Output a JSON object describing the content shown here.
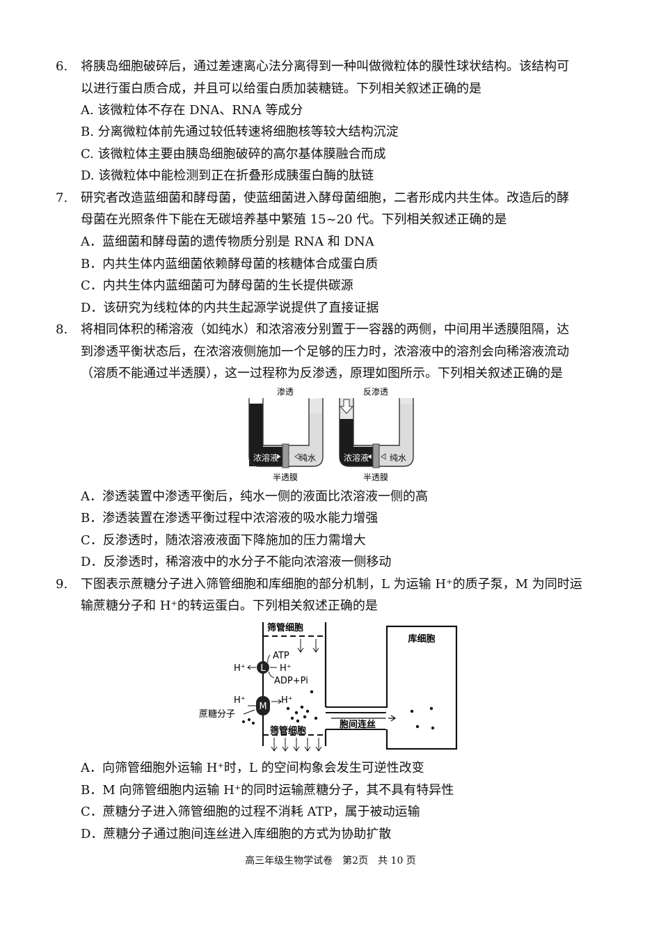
{
  "q6": {
    "number": "6.",
    "stem1": "将胰岛细胞破碎后，通过差速离心法分离得到一种叫做微粒体的膜性球状结构。该结构可",
    "stem2": "以进行蛋白质合成，并且可以给蛋白质加装糖链。下列相关叙述正确的是",
    "options": [
      "A. 该微粒体不存在 DNA、RNA 等成分",
      "B. 分离微粒体前先通过较低转速将细胞核等较大结构沉淀",
      "C. 该微粒体主要由胰岛细胞破碎的高尔基体膜融合而成",
      "D. 该微粒体中能检测到正在折叠形成胰蛋白酶的肽链"
    ]
  },
  "q7": {
    "number": "7.",
    "stem1": "研究者改造蓝细菌和酵母菌，使蓝细菌进入酵母菌细胞，二者形成内共生体。改造后的酵",
    "stem2": "母菌在光照条件下能在无碳培养基中繁殖 15~20 代。下列相关叙述正确的是",
    "options": [
      "A．蓝细菌和酵母菌的遗传物质分别是 RNA 和 DNA",
      "B．内共生体内蓝细菌依赖酵母菌的核糖体合成蛋白质",
      "C．内共生体内蓝细菌可为酵母菌的生长提供碳源",
      "D．该研究为线粒体的内共生起源学说提供了直接证据"
    ]
  },
  "q8": {
    "number": "8.",
    "stem1": "将相同体积的稀溶液（如纯水）和浓溶液分别置于一容器的两侧，中间用半透膜阻隔，达",
    "stem2": "到渗透平衡状态后，在浓溶液侧施加一个足够的压力时，浓溶液中的溶剂会向稀溶液流动",
    "stem3": "（溶质不能通过半透膜），这一过程称为反渗透，原理如图所示。下列相关叙述正确的是",
    "figure": {
      "left_title": "渗透",
      "right_title": "反渗透",
      "concentrated": "浓溶液",
      "pure_water": "纯水",
      "membrane": "半透膜"
    },
    "options": [
      "A．渗透装置中渗透平衡后，纯水一侧的液面比浓溶液一侧的高",
      "B．渗透装置在渗透平衡过程中浓溶液的吸水能力增强",
      "C．反渗透时，随浓溶液液面下降施加的压力需增大",
      "D．反渗透时，稀溶液中的水分子不能向浓溶液一侧移动"
    ]
  },
  "q9": {
    "number": "9.",
    "stem1": "下图表示蔗糖分子进入筛管细胞和库细胞的部分机制，L 为运输 H⁺的质子泵，M 为同时运",
    "stem2": "输蔗糖分子和 H⁺的转运蛋白。下列相关叙述正确的是",
    "figure": {
      "sieve_top": "筛管细胞",
      "sieve_bottom": "筛管细胞",
      "sink_cell": "库细胞",
      "plasmodesmata": "胞间连丝",
      "sucrose": "蔗糖分子",
      "L": "L",
      "M": "M",
      "atp": "ATP",
      "adp": "ADP+Pi",
      "h_plus": "H⁺"
    },
    "options": [
      "A．向筛管细胞外运输 H⁺时，L 的空间构象会发生可逆性改变",
      "B．M 向筛管细胞内运输 H⁺的同时运输蔗糖分子，其不具有特异性",
      "C．蔗糖分子进入筛管细胞的过程不消耗 ATP，属于被动运输",
      "D．蔗糖分子通过胞间连丝进入库细胞的方式为协助扩散"
    ]
  },
  "footer": "高三年级生物学试卷　第2页　共 10 页"
}
